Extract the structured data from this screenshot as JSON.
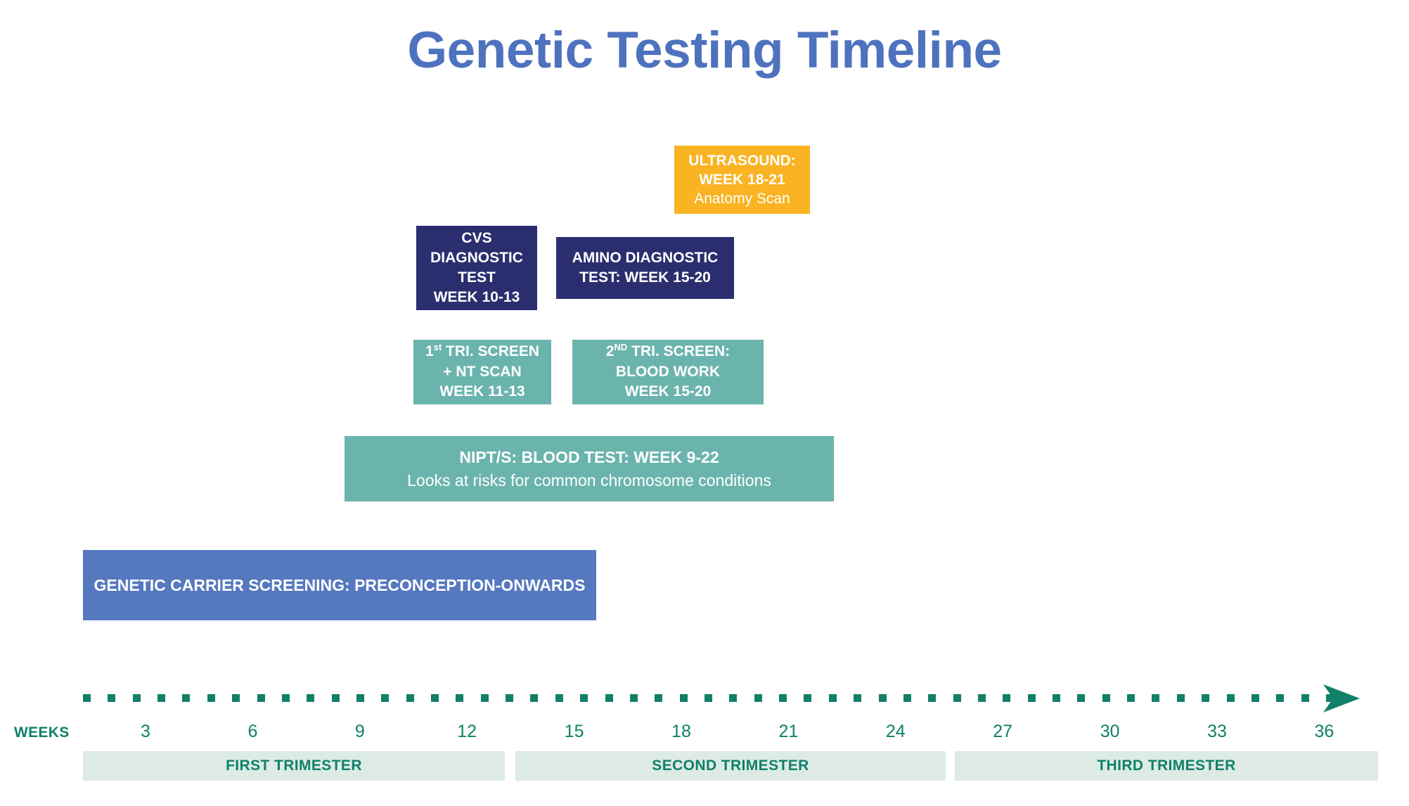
{
  "title": "Genetic Testing Timeline",
  "colors": {
    "title_blue": "#4E72BE",
    "amber": "#F9B323",
    "navy": "#2B2E6E",
    "teal": "#6BB4AD",
    "blue": "#5578BF",
    "axis_green": "#108069",
    "trimester_band": "#DDEBE4",
    "background": "#FFFFFF"
  },
  "events": [
    {
      "id": "ultrasound",
      "lines": [
        "ULTRASOUND:",
        "WEEK 18-21"
      ],
      "subtitle": "Anatomy Scan",
      "color": "#F9B323",
      "week_start": 18,
      "week_end": 21
    },
    {
      "id": "cvs",
      "lines": [
        "CVS",
        "DIAGNOSTIC",
        "TEST",
        "WEEK 10-13"
      ],
      "subtitle": "",
      "color": "#2B2E6E",
      "week_start": 10,
      "week_end": 13
    },
    {
      "id": "amino",
      "lines": [
        "AMINO  DIAGNOSTIC",
        "TEST: WEEK 15-20"
      ],
      "subtitle": "",
      "color": "#2B2E6E",
      "week_start": 15,
      "week_end": 20
    },
    {
      "id": "screen1",
      "lines": [
        "1st TRI. SCREEN",
        "+ NT SCAN",
        "WEEK 11-13"
      ],
      "superscript": "st",
      "subtitle": "",
      "color": "#6BB4AD",
      "week_start": 11,
      "week_end": 13
    },
    {
      "id": "screen2",
      "lines": [
        "2ND TRI. SCREEN:",
        "BLOOD WORK",
        "WEEK 15-20"
      ],
      "superscript": "ND",
      "subtitle": "",
      "color": "#6BB4AD",
      "week_start": 15,
      "week_end": 20
    },
    {
      "id": "nipt",
      "lines": [
        "NIPT/S: BLOOD TEST: WEEK 9-22"
      ],
      "subtitle": "Looks at risks for common chromosome conditions",
      "color": "#6BB4AD",
      "week_start": 9,
      "week_end": 22
    },
    {
      "id": "carrier",
      "lines": [
        "GENETIC CARRIER SCREENING: PRECONCEPTION-ONWARDS"
      ],
      "subtitle": "",
      "color": "#5578BF",
      "week_start": 0,
      "week_end": 13
    }
  ],
  "box_text": {
    "ultrasound_l1": "ULTRASOUND:",
    "ultrasound_l2": "WEEK 18-21",
    "ultrasound_l3": "Anatomy Scan",
    "cvs_l1": "CVS",
    "cvs_l2": "DIAGNOSTIC",
    "cvs_l3": "TEST",
    "cvs_l4": "WEEK 10-13",
    "amino_l1": "AMINO  DIAGNOSTIC",
    "amino_l2": "TEST: WEEK 15-20",
    "screen1_pre": "1",
    "screen1_sup": "st",
    "screen1_post": " TRI. SCREEN",
    "screen1_l2": "+ NT SCAN",
    "screen1_l3": "WEEK 11-13",
    "screen2_pre": "2",
    "screen2_sup": "ND",
    "screen2_post": " TRI. SCREEN:",
    "screen2_l2": "BLOOD WORK",
    "screen2_l3": "WEEK 15-20",
    "nipt_l1": "NIPT/S: BLOOD TEST: WEEK 9-22",
    "nipt_l2": "Looks at risks for common chromosome conditions",
    "carrier_l1": "GENETIC CARRIER SCREENING: PRECONCEPTION-ONWARDS"
  },
  "axis": {
    "label": "WEEKS",
    "ticks": [
      "3",
      "6",
      "9",
      "12",
      "15",
      "18",
      "21",
      "24",
      "27",
      "30",
      "33",
      "36"
    ],
    "dot_count": 51,
    "arrow": "arrow-right"
  },
  "trimesters": [
    {
      "label": "FIRST TRIMESTER",
      "weeks": "1-13"
    },
    {
      "label": "SECOND TRIMESTER",
      "weeks": "14-27"
    },
    {
      "label": "THIRD TRIMESTER",
      "weeks": "28-40"
    }
  ],
  "chart_data": {
    "type": "bar",
    "title": "Genetic Testing Timeline",
    "xlabel": "WEEKS",
    "ylabel": "",
    "xlim": [
      0,
      37
    ],
    "x_ticks": [
      3,
      6,
      9,
      12,
      15,
      18,
      21,
      24,
      27,
      30,
      33,
      36
    ],
    "grid": false,
    "legend": "none",
    "orientation": "horizontal",
    "categories": [
      "ULTRASOUND: WEEK 18-21 / Anatomy Scan",
      "CVS DIAGNOSTIC TEST WEEK 10-13",
      "AMINO DIAGNOSTIC TEST: WEEK 15-20",
      "1st TRI. SCREEN + NT SCAN WEEK 11-13",
      "2ND TRI. SCREEN: BLOOD WORK WEEK 15-20",
      "NIPT/S: BLOOD TEST: WEEK 9-22",
      "GENETIC CARRIER SCREENING: PRECONCEPTION-ONWARDS"
    ],
    "series": [
      {
        "name": "week span",
        "values": [
          [
            18,
            21
          ],
          [
            10,
            13
          ],
          [
            15,
            20
          ],
          [
            11,
            13
          ],
          [
            15,
            20
          ],
          [
            9,
            22
          ],
          [
            0,
            13
          ]
        ]
      }
    ],
    "bands": [
      {
        "name": "FIRST TRIMESTER",
        "range": [
          1,
          13
        ]
      },
      {
        "name": "SECOND TRIMESTER",
        "range": [
          14,
          27
        ]
      },
      {
        "name": "THIRD TRIMESTER",
        "range": [
          28,
          40
        ]
      }
    ]
  }
}
